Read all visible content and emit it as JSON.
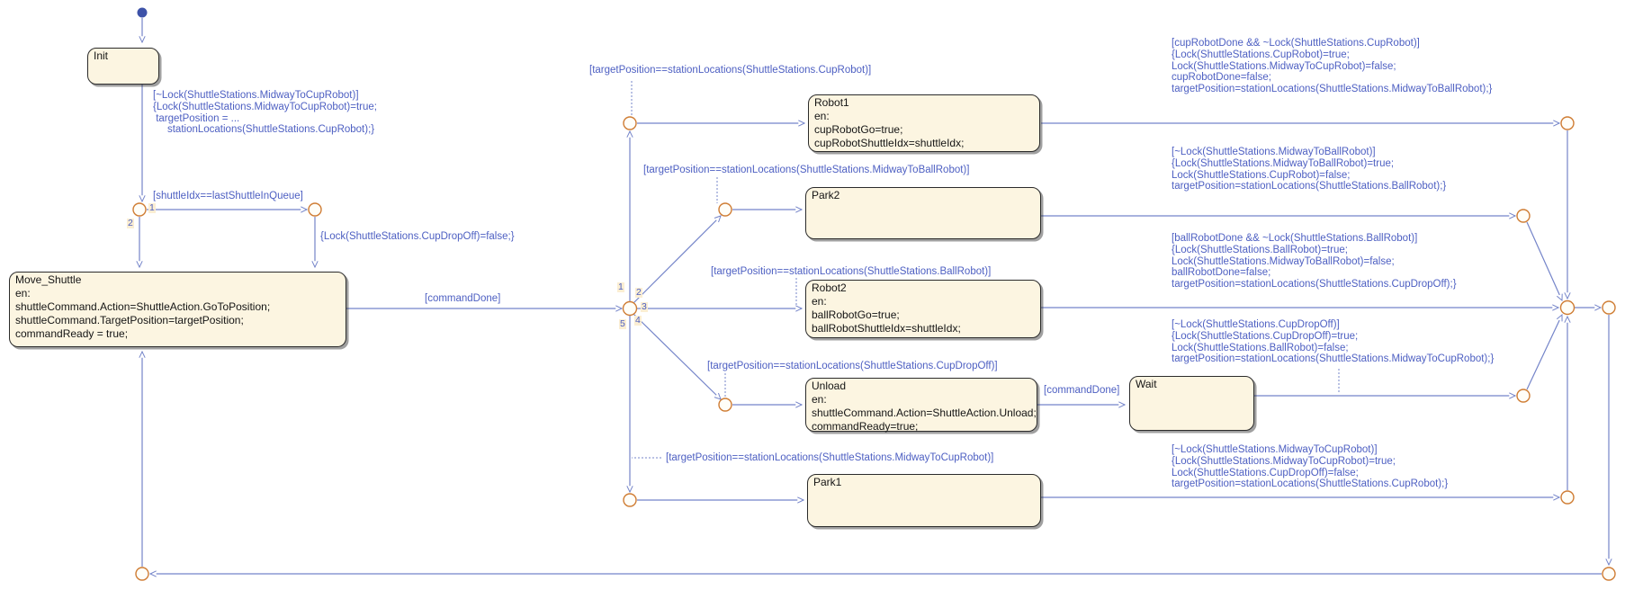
{
  "chart": {
    "type": "stateflow-state-machine"
  },
  "colors": {
    "transition_line": "#7484c9",
    "label_text": "#4d5fc2",
    "junction_stroke": "#cf7c33",
    "junction_fill": "#fffef8",
    "state_fill": "#fcf5e1",
    "state_border": "#2b2b2b",
    "initial_point": "#3d52a8",
    "background": "#ffffff"
  },
  "states": {
    "init": {
      "name": "Init",
      "body": ""
    },
    "move_shuttle": {
      "name": "Move_Shuttle",
      "body": "en:\nshuttleCommand.Action=ShuttleAction.GoToPosition;\nshuttleCommand.TargetPosition=targetPosition;\ncommandReady = true;"
    },
    "robot1": {
      "name": "Robot1",
      "body": "en:\ncupRobotGo=true;\ncupRobotShuttleIdx=shuttleIdx;"
    },
    "park2": {
      "name": "Park2",
      "body": ""
    },
    "robot2": {
      "name": "Robot2",
      "body": "en:\nballRobotGo=true;\nballRobotShuttleIdx=shuttleIdx;"
    },
    "unload": {
      "name": "Unload",
      "body": "en:\nshuttleCommand.Action=ShuttleAction.Unload;\ncommandReady=true;"
    },
    "wait": {
      "name": "Wait",
      "body": ""
    },
    "park1": {
      "name": "Park1",
      "body": ""
    }
  },
  "labels": {
    "init_action": "[~Lock(ShuttleStations.MidwayToCupRobot)]\n{Lock(ShuttleStations.MidwayToCupRobot)=true;\n targetPosition = ...\n     stationLocations(ShuttleStations.CupRobot);}",
    "shuttle_idx": "[shuttleIdx==lastShuttleInQueue]",
    "cup_dropoff_false": "{Lock(ShuttleStations.CupDropOff)=false;}",
    "command_done_1": "[commandDone]",
    "cond_cup_robot": "[targetPosition==stationLocations(ShuttleStations.CupRobot)]",
    "cond_midway_ball": "[targetPosition==stationLocations(ShuttleStations.MidwayToBallRobot)]",
    "cond_ball_robot": "[targetPosition==stationLocations(ShuttleStations.BallRobot)]",
    "cond_cup_dropoff": "[targetPosition==stationLocations(ShuttleStations.CupDropOff)]",
    "command_done_2": "[commandDone]",
    "cond_midway_cup": "[targetPosition==stationLocations(ShuttleStations.MidwayToCupRobot)]",
    "robot1_exit": "[cupRobotDone && ~Lock(ShuttleStations.CupRobot)]\n{Lock(ShuttleStations.CupRobot)=true;\nLock(ShuttleStations.MidwayToCupRobot)=false;\ncupRobotDone=false;\ntargetPosition=stationLocations(ShuttleStations.MidwayToBallRobot);}",
    "park2_exit": "[~Lock(ShuttleStations.MidwayToBallRobot)]\n{Lock(ShuttleStations.MidwayToBallRobot)=true;\nLock(ShuttleStations.CupRobot)=false;\ntargetPosition=stationLocations(ShuttleStations.BallRobot);}",
    "robot2_exit": "[ballRobotDone && ~Lock(ShuttleStations.BallRobot)]\n{Lock(ShuttleStations.BallRobot)=true;\nLock(ShuttleStations.MidwayToBallRobot)=false;\nballRobotDone=false;\ntargetPosition=stationLocations(ShuttleStations.CupDropOff);}",
    "wait_exit": "[~Lock(ShuttleStations.CupDropOff)]\n{Lock(ShuttleStations.CupDropOff)=true;\nLock(ShuttleStations.BallRobot)=false;\ntargetPosition=stationLocations(ShuttleStations.MidwayToCupRobot);}",
    "park1_exit": "[~Lock(ShuttleStations.MidwayToCupRobot)]\n{Lock(ShuttleStations.MidwayToCupRobot)=true;\nLock(ShuttleStations.CupDropOff)=false;\ntargetPosition=stationLocations(ShuttleStations.CupRobot);}"
  },
  "junction_labels": {
    "j1": [
      "1",
      "2"
    ],
    "j3": [
      "1",
      "2",
      "3",
      "4",
      "5"
    ]
  }
}
